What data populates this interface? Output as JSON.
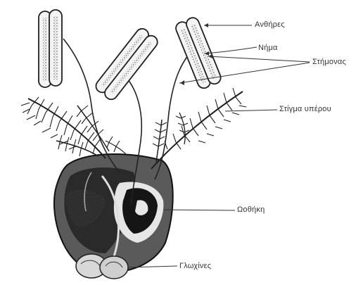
{
  "labels": {
    "anthires": "Ανθήρες",
    "nima": "Νήμα",
    "stimonas": "Στήμονας",
    "stigma": "Στίγμα υπέρου",
    "oothiki": "Ωοθήκη",
    "glumes": "Γλωχίνες"
  },
  "colors": {
    "ink": "#1f1f1f",
    "background": "#ffffff"
  }
}
